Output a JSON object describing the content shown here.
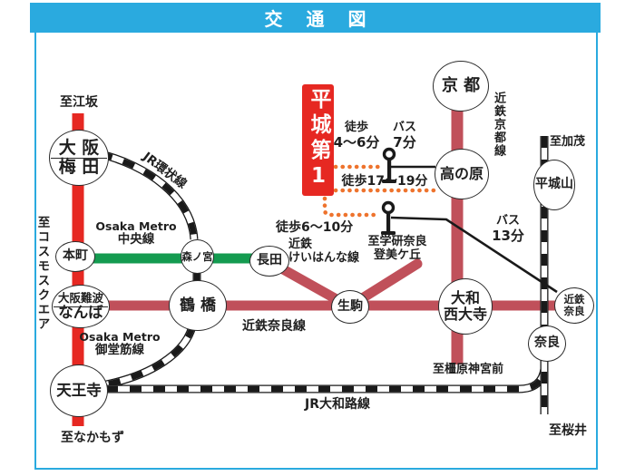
{
  "title": "交通図",
  "project_box": {
    "name": "平城第1"
  },
  "colors": {
    "accent_cyan": "#2aaadf",
    "midosuji_red": "#e62822",
    "chuo_green": "#149b50",
    "kintetsu_crimson": "#c0505a",
    "walk_dot_orange": "#ee732d",
    "jr_black": "#1a1a1a"
  },
  "stations": {
    "umeda": {
      "l1": "大 阪",
      "l2": "梅 田"
    },
    "honmachi": {
      "l1": "本町"
    },
    "namba": {
      "l1": "大阪難波",
      "l2": "なんば"
    },
    "tennoji": {
      "l1": "天王寺"
    },
    "morinomiya": {
      "l1": "森ノ宮"
    },
    "tsuruhashi": {
      "l1": "鶴 橋"
    },
    "nagata": {
      "l1": "長田"
    },
    "ikoma": {
      "l1": "生駒"
    },
    "saidaiji": {
      "l1": "大和",
      "l2": "西大寺"
    },
    "takanohara": {
      "l1": "高の原"
    },
    "kyoto": {
      "l1": "京 都"
    },
    "narayama": {
      "l1": "平城山"
    },
    "kintetsu_nara": {
      "l1": "近鉄",
      "l2": "奈良"
    },
    "nara": {
      "l1": "奈良"
    }
  },
  "lines": {
    "jr_loop": "JR環状線",
    "chuo_l1": "Osaka Metro",
    "chuo_l2": "中央線",
    "midosuji_l1": "Osaka Metro",
    "midosuji_l2": "御堂筋線",
    "keihanna_l1": "近鉄",
    "keihanna_l2": "けいはんな線",
    "nara_line": "近鉄奈良線",
    "kyoto_line": "近鉄京都線",
    "yamatoji": "JR大和路線"
  },
  "directions": {
    "esaka": "至江坂",
    "cosmosquare": "至コスモスクエア",
    "nakamozu": "至なかもず",
    "kamo": "至加茂",
    "sakurai": "至桜井",
    "kashihara": "至橿原神宮前",
    "gakken_l1": "至学研奈良",
    "gakken_l2": "登美ケ丘"
  },
  "access": {
    "walk1_l1": "徒歩",
    "walk1_l2": "4〜6分",
    "bus1_l1": "バス",
    "bus1_l2": "7分",
    "walk2": "徒歩17〜19分",
    "walk3": "徒歩6〜10分",
    "bus2_l1": "バス",
    "bus2_l2": "13分"
  }
}
